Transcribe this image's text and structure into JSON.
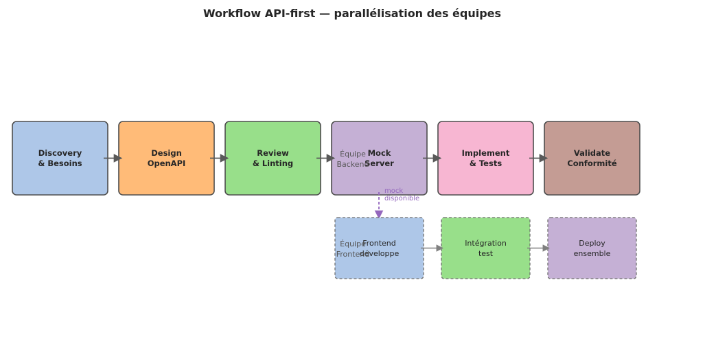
{
  "title": "Workflow API-first — parallélisation des équipes",
  "main_flow": [
    {
      "line1": "Discovery",
      "line2": "& Besoins",
      "color": "#aec7e8"
    },
    {
      "line1": "Design",
      "line2": "OpenAPI",
      "color": "#ffbb78"
    },
    {
      "line1": "Review",
      "line2": "& Linting",
      "color": "#98df8a"
    },
    {
      "line1": "Mock",
      "line2": "Server",
      "color": "#c5b0d5"
    },
    {
      "line1": "Implement",
      "line2": "& Tests",
      "color": "#f7b6d2"
    },
    {
      "line1": "Validate",
      "line2": "Conformité",
      "color": "#c49c94"
    }
  ],
  "frontend_flow": [
    {
      "line1": "Frontend",
      "line2": "développe",
      "color": "#aec7e8"
    },
    {
      "line1": "Intégration",
      "line2": "test",
      "color": "#98df8a"
    },
    {
      "line1": "Deploy",
      "line2": "ensemble",
      "color": "#c5b0d5"
    }
  ],
  "lanes": {
    "backend": {
      "line1": "Équipe",
      "line2": "Backend"
    },
    "frontend": {
      "line1": "Équipe",
      "line2": "Frontend"
    }
  },
  "mock_note": {
    "line1": "mock",
    "line2": "disponible",
    "color": "#9467bd"
  },
  "colors": {
    "box_border": "#4d4d4d",
    "arrow_main": "#595959",
    "arrow_secondary": "#808080",
    "dashed_border": "#6e6e6e"
  }
}
